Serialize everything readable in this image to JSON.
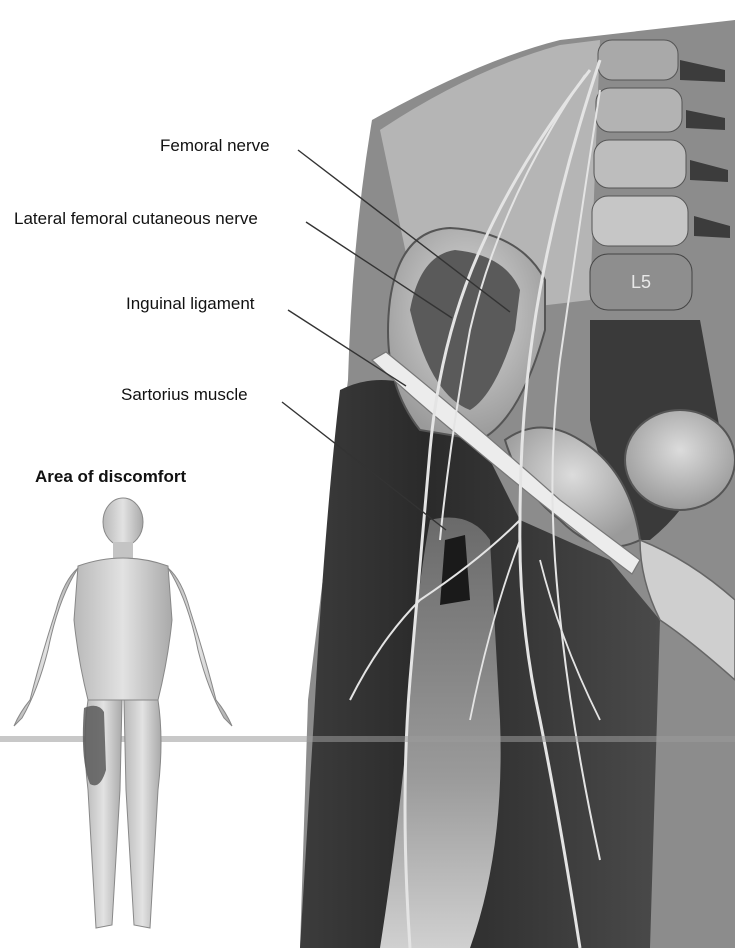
{
  "labels": {
    "femoral_nerve": "Femoral nerve",
    "lateral_femoral_cutaneous_nerve": "Lateral femoral cutaneous nerve",
    "inguinal_ligament": "Inguinal ligament",
    "sartorius_muscle": "Sartorius muscle",
    "vertebra": "L5"
  },
  "inset": {
    "title": "Area of discomfort"
  },
  "colors": {
    "background": "#ffffff",
    "label_text": "#111111",
    "leader_line": "#333333",
    "discomfort_area": "#5a5a5a"
  }
}
